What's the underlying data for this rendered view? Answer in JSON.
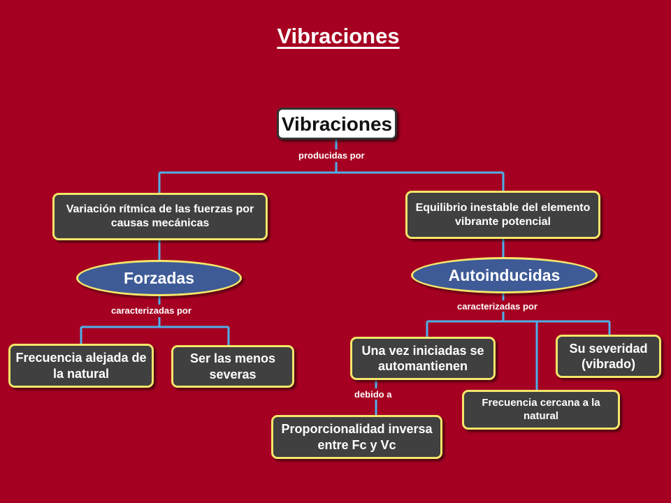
{
  "title": "Vibraciones",
  "root": "Vibraciones",
  "links": {
    "producidas": "producidas por",
    "caract_left": "caracterizadas por",
    "caract_right": "caracterizadas por",
    "debido": "debido a"
  },
  "causes": {
    "left": "Variación rítmica de las fuerzas por causas mecánicas",
    "right": "Equilibrio inestable del elemento vibrante potencial"
  },
  "types": {
    "left": "Forzadas",
    "right": "Autoinducidas"
  },
  "forzadas_traits": [
    "Frecuencia alejada de la natural",
    "Ser las menos severas"
  ],
  "auto_traits": {
    "iniciadas": "Una vez iniciadas se automantienen",
    "proporcionalidad": "Proporcionalidad inversa entre Fc y Vc",
    "cercana": "Frecuencia cercana a la natural",
    "severidad": "Su severidad (vibrado)"
  },
  "colors": {
    "background": "#A50021",
    "box_fill": "#404040",
    "box_border": "#F5E66A",
    "ellipse_fill": "#3E5B97",
    "connector": "#4FB0E8"
  }
}
